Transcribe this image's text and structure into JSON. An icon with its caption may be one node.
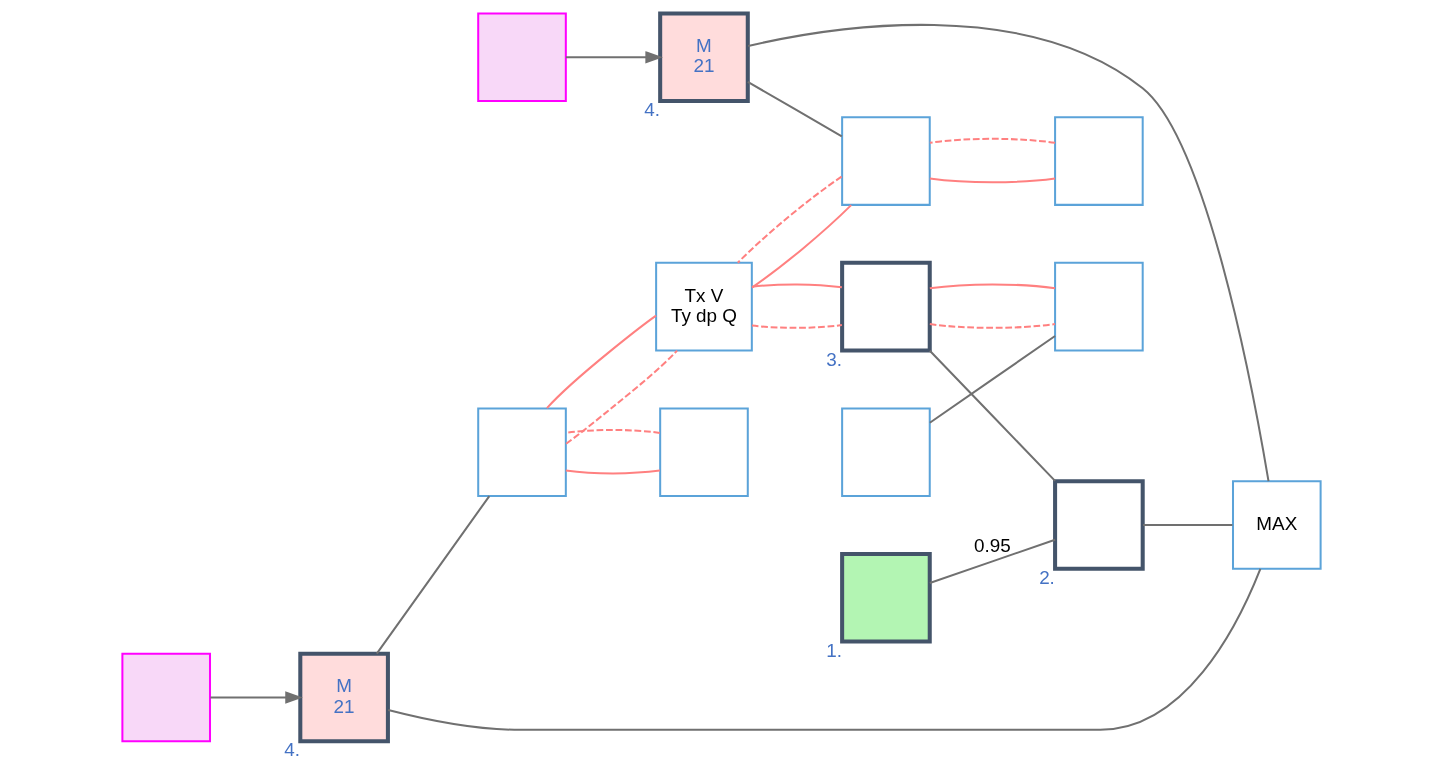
{
  "diagram": {
    "nodes": [
      {
        "text": [],
        "shape": "box",
        "beside": [
          "1."
        ]
      },
      {
        "text": [],
        "shape": "box",
        "beside": [
          "2."
        ]
      },
      {
        "text": [
          "MAX"
        ]
      },
      {
        "text": [],
        "shape": "box"
      },
      {
        "text": [],
        "shape": "box"
      },
      {
        "text": [],
        "shape": "box",
        "beside": [
          "3."
        ]
      },
      {
        "text": [
          "Tx V",
          "Ty dp Q"
        ]
      },
      {
        "text": [
          "M",
          "21"
        ],
        "beside": [
          "4."
        ]
      },
      {
        "text": [],
        "shape": "box"
      },
      {
        "text": [],
        "shape": "box"
      },
      {
        "text": [],
        "shape": "box"
      },
      {
        "text": [
          "M",
          "21"
        ],
        "beside": [
          "4."
        ]
      },
      {
        "text": [],
        "shape": "box"
      },
      {
        "text": [],
        "shape": "box"
      },
      {
        "text": [],
        "shape": "box"
      }
    ],
    "edges": [
      {
        "from": 3,
        "to": 4,
        "arrow": "none",
        "color": "#707070"
      },
      {
        "from": 0,
        "to": 1,
        "arrow": "none",
        "label": "0.95",
        "color": "#707070"
      },
      {
        "from": 5,
        "to": 1,
        "arrow": "none",
        "color": "#707070"
      },
      {
        "from": 1,
        "to": 2,
        "arrow": "none",
        "color": "#707070"
      },
      {
        "from": 7,
        "to": 2,
        "arrow": "none",
        "color": "#707070"
      },
      {
        "from": 7,
        "to": 9,
        "arrow": "none",
        "color": "#707070"
      },
      {
        "from": 11,
        "to": 2,
        "arrow": "none",
        "color": "#707070"
      },
      {
        "from": 11,
        "to": 13,
        "arrow": "none",
        "color": "#707070"
      },
      {
        "from": 10,
        "to": 7,
        "arrow": "to",
        "color": "#707070"
      },
      {
        "from": 14,
        "to": 11,
        "arrow": "to",
        "color": "#707070"
      },
      {
        "from": 4,
        "to": 5,
        "arrow": "none"
      },
      {
        "from": 5,
        "to": 6,
        "arrow": "none"
      },
      {
        "from": 6,
        "to": 9,
        "arrow": "none"
      },
      {
        "from": 6,
        "to": 13,
        "arrow": "none"
      },
      {
        "from": 9,
        "to": 8,
        "arrow": "none"
      },
      {
        "from": 13,
        "to": 12,
        "arrow": "none"
      },
      {
        "from": 8,
        "to": 9,
        "arrow": "none",
        "style": "dashed"
      },
      {
        "from": 12,
        "to": 13,
        "arrow": "none",
        "style": "dashed"
      },
      {
        "from": 9,
        "to": 6,
        "arrow": "none",
        "style": "dashed"
      },
      {
        "from": 13,
        "to": 6,
        "arrow": "none",
        "style": "dashed"
      },
      {
        "from": 6,
        "to": 5,
        "arrow": "none",
        "style": "dashed"
      },
      {
        "from": 5,
        "to": 4,
        "arrow": "none",
        "style": "dashed"
      }
    ]
  }
}
